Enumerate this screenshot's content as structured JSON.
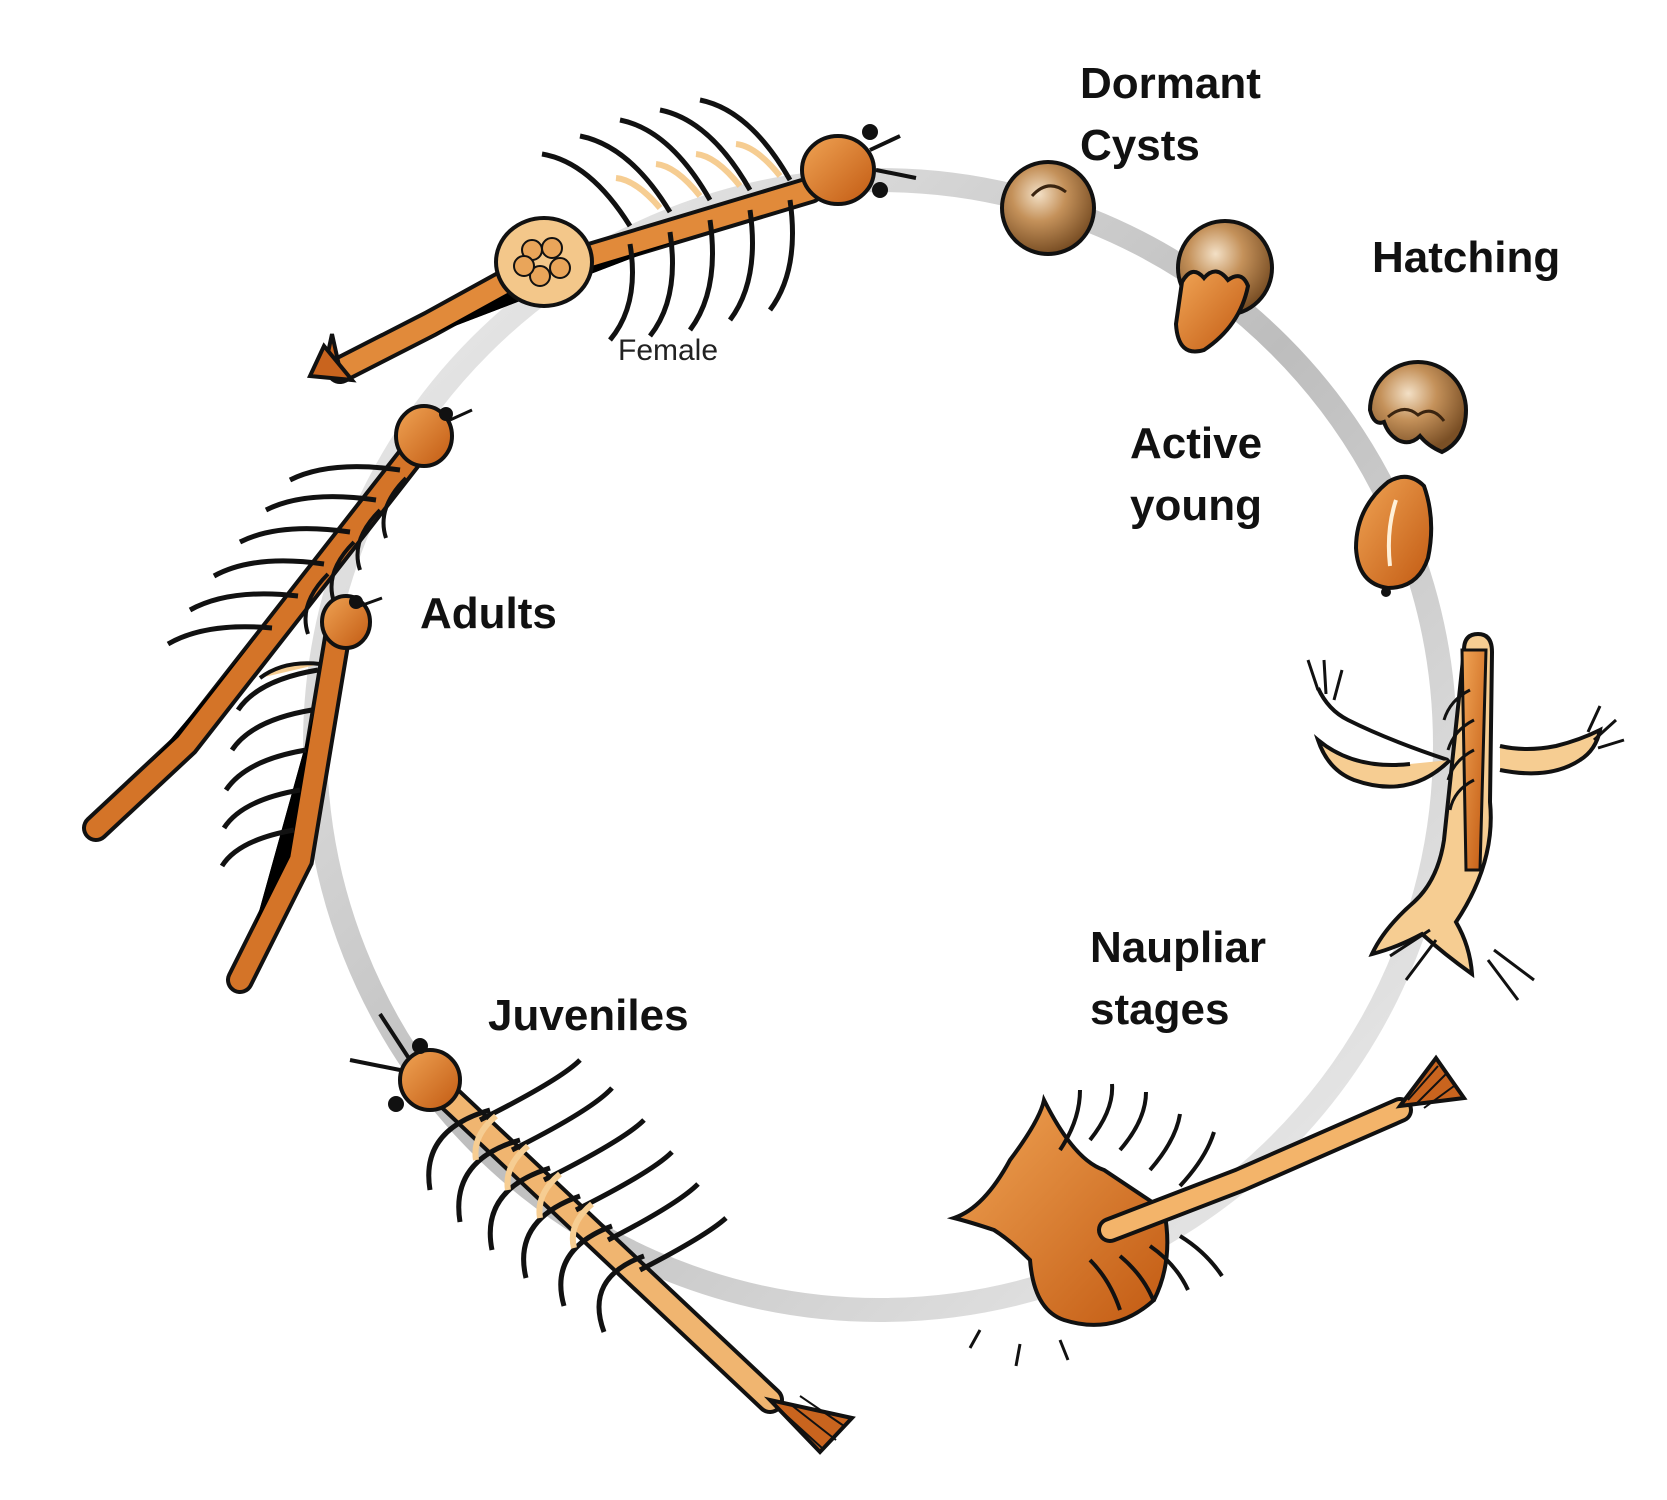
{
  "labels": {
    "dormant": [
      "Dormant",
      "Cysts"
    ],
    "hatching": "Hatching",
    "active_young": [
      "Active",
      "young"
    ],
    "naupliar": [
      "Naupliar",
      "stages"
    ],
    "juveniles": "Juveniles",
    "adults": "Adults",
    "female": "Female"
  },
  "colors": {
    "body_orange": "#c9641e",
    "body_light": "#f5c98a",
    "cyst_brown": "#a0703f",
    "outline": "#111111",
    "ring": "#cfcfcf"
  }
}
